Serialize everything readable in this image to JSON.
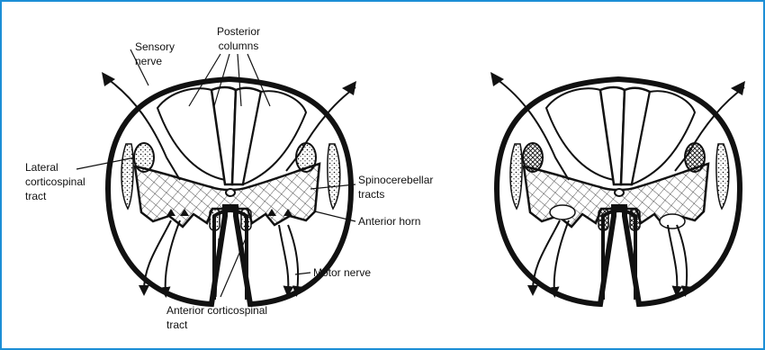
{
  "labels": {
    "posterior_columns": [
      "Posterior",
      "columns"
    ],
    "sensory_nerve": [
      "Sensory",
      "nerve"
    ],
    "lateral_corticospinal": [
      "Lateral",
      "corticospinal",
      "tract"
    ],
    "spinocerebellar": [
      "Spinocerebellar",
      "tracts"
    ],
    "anterior_horn": "Anterior horn",
    "motor_nerve": "Motor nerve",
    "anterior_corticospinal": [
      "Anterior corticospinal",
      "tract"
    ]
  },
  "colors": {
    "frame_border": "#1c8fd6",
    "ink": "#111111"
  }
}
